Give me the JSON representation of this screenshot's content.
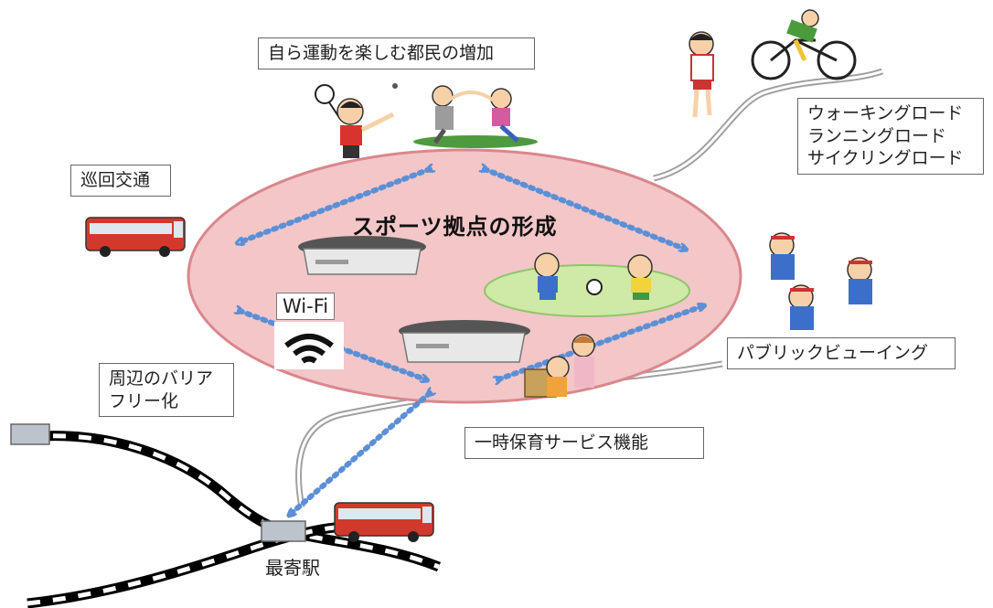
{
  "hub_title": "スポーツ拠点の形成",
  "labels": {
    "citizens": "自ら運動を楽しむ都民の増加",
    "circulation": "巡回交通",
    "roads": "ウォーキングロード\nランニングロード\nサイクリングロード",
    "public_viewing": "パブリックビューイング",
    "barrier_free": "周辺のバリア\nフリー化",
    "childcare": "一時保育サービス機能",
    "wifi": "Wi-Fi",
    "station": "最寄駅"
  },
  "colors": {
    "hub_fill": "#f3c6c8",
    "hub_stroke": "#d9878c",
    "arrow": "#5b8fd6",
    "road": "#999999",
    "bus": "#d2392b",
    "field": "#cfe9a6"
  },
  "icons": [
    "runner-icon",
    "cyclist-icon",
    "bus-icon",
    "stadium-icon",
    "wifi-icon",
    "soccer-kids-icon",
    "cheering-fans-icon",
    "childcare-icon",
    "badminton-icon",
    "stretching-icon",
    "train-track-icon"
  ]
}
